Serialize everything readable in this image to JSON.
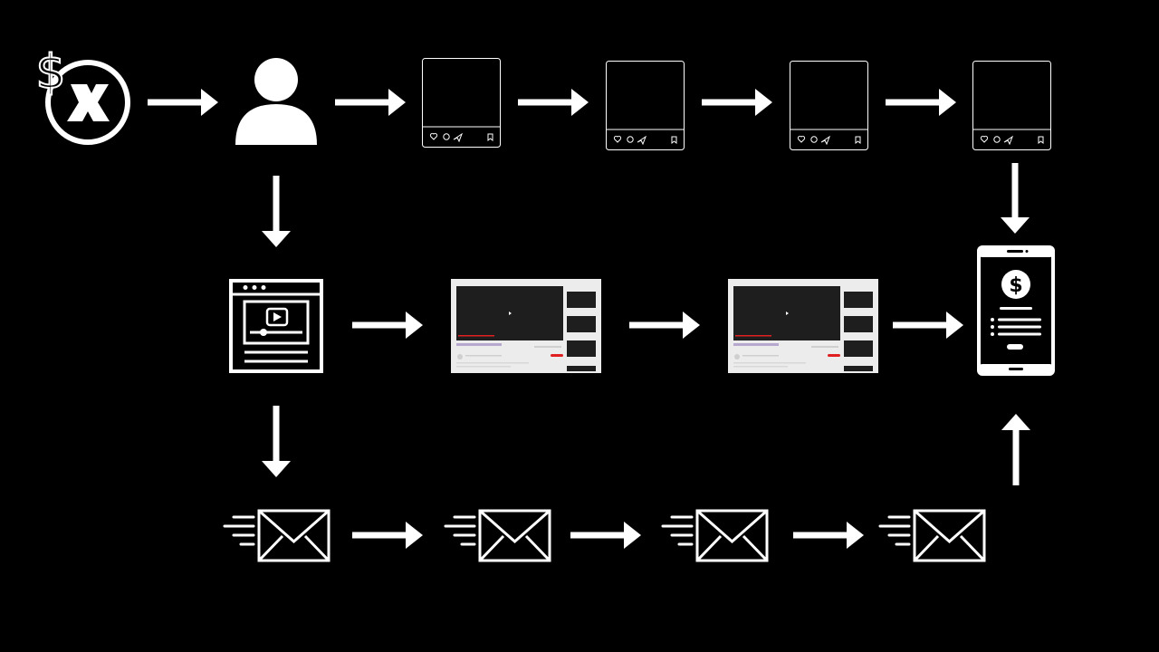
{
  "colors": {
    "background": "#000000",
    "foreground": "#ffffff",
    "video_frame": "#1e1e1e",
    "video_page": "#ececec",
    "accent_red": "#e02020"
  },
  "nodes": [
    {
      "id": "brand",
      "icon": "dollar-x-logo-icon"
    },
    {
      "id": "audience",
      "icon": "user-icon"
    },
    {
      "id": "post-1",
      "icon": "social-post-icon"
    },
    {
      "id": "post-2",
      "icon": "social-post-icon"
    },
    {
      "id": "post-3",
      "icon": "social-post-icon"
    },
    {
      "id": "post-4",
      "icon": "social-post-icon"
    },
    {
      "id": "video-page",
      "icon": "video-browser-icon"
    },
    {
      "id": "video-1",
      "icon": "video-page-thumbnail"
    },
    {
      "id": "video-2",
      "icon": "video-page-thumbnail"
    },
    {
      "id": "email-1",
      "icon": "sent-email-icon"
    },
    {
      "id": "email-2",
      "icon": "sent-email-icon"
    },
    {
      "id": "email-3",
      "icon": "sent-email-icon"
    },
    {
      "id": "email-4",
      "icon": "sent-email-icon"
    },
    {
      "id": "checkout",
      "icon": "phone-payment-icon"
    }
  ],
  "flows": [
    {
      "from": "brand",
      "to": "audience",
      "direction": "right"
    },
    {
      "from": "audience",
      "to": "post-1",
      "direction": "right"
    },
    {
      "from": "post-1",
      "to": "post-2",
      "direction": "right"
    },
    {
      "from": "post-2",
      "to": "post-3",
      "direction": "right"
    },
    {
      "from": "post-3",
      "to": "post-4",
      "direction": "right"
    },
    {
      "from": "post-4",
      "to": "checkout",
      "direction": "down"
    },
    {
      "from": "audience",
      "to": "video-page",
      "direction": "down"
    },
    {
      "from": "video-page",
      "to": "video-1",
      "direction": "right"
    },
    {
      "from": "video-1",
      "to": "video-2",
      "direction": "right"
    },
    {
      "from": "video-2",
      "to": "checkout",
      "direction": "right"
    },
    {
      "from": "video-page",
      "to": "email-1",
      "direction": "down"
    },
    {
      "from": "email-1",
      "to": "email-2",
      "direction": "right"
    },
    {
      "from": "email-2",
      "to": "email-3",
      "direction": "right"
    },
    {
      "from": "email-3",
      "to": "email-4",
      "direction": "right"
    },
    {
      "from": "email-4",
      "to": "checkout",
      "direction": "up"
    }
  ],
  "phone_symbol": "$",
  "logo_symbol": "$"
}
